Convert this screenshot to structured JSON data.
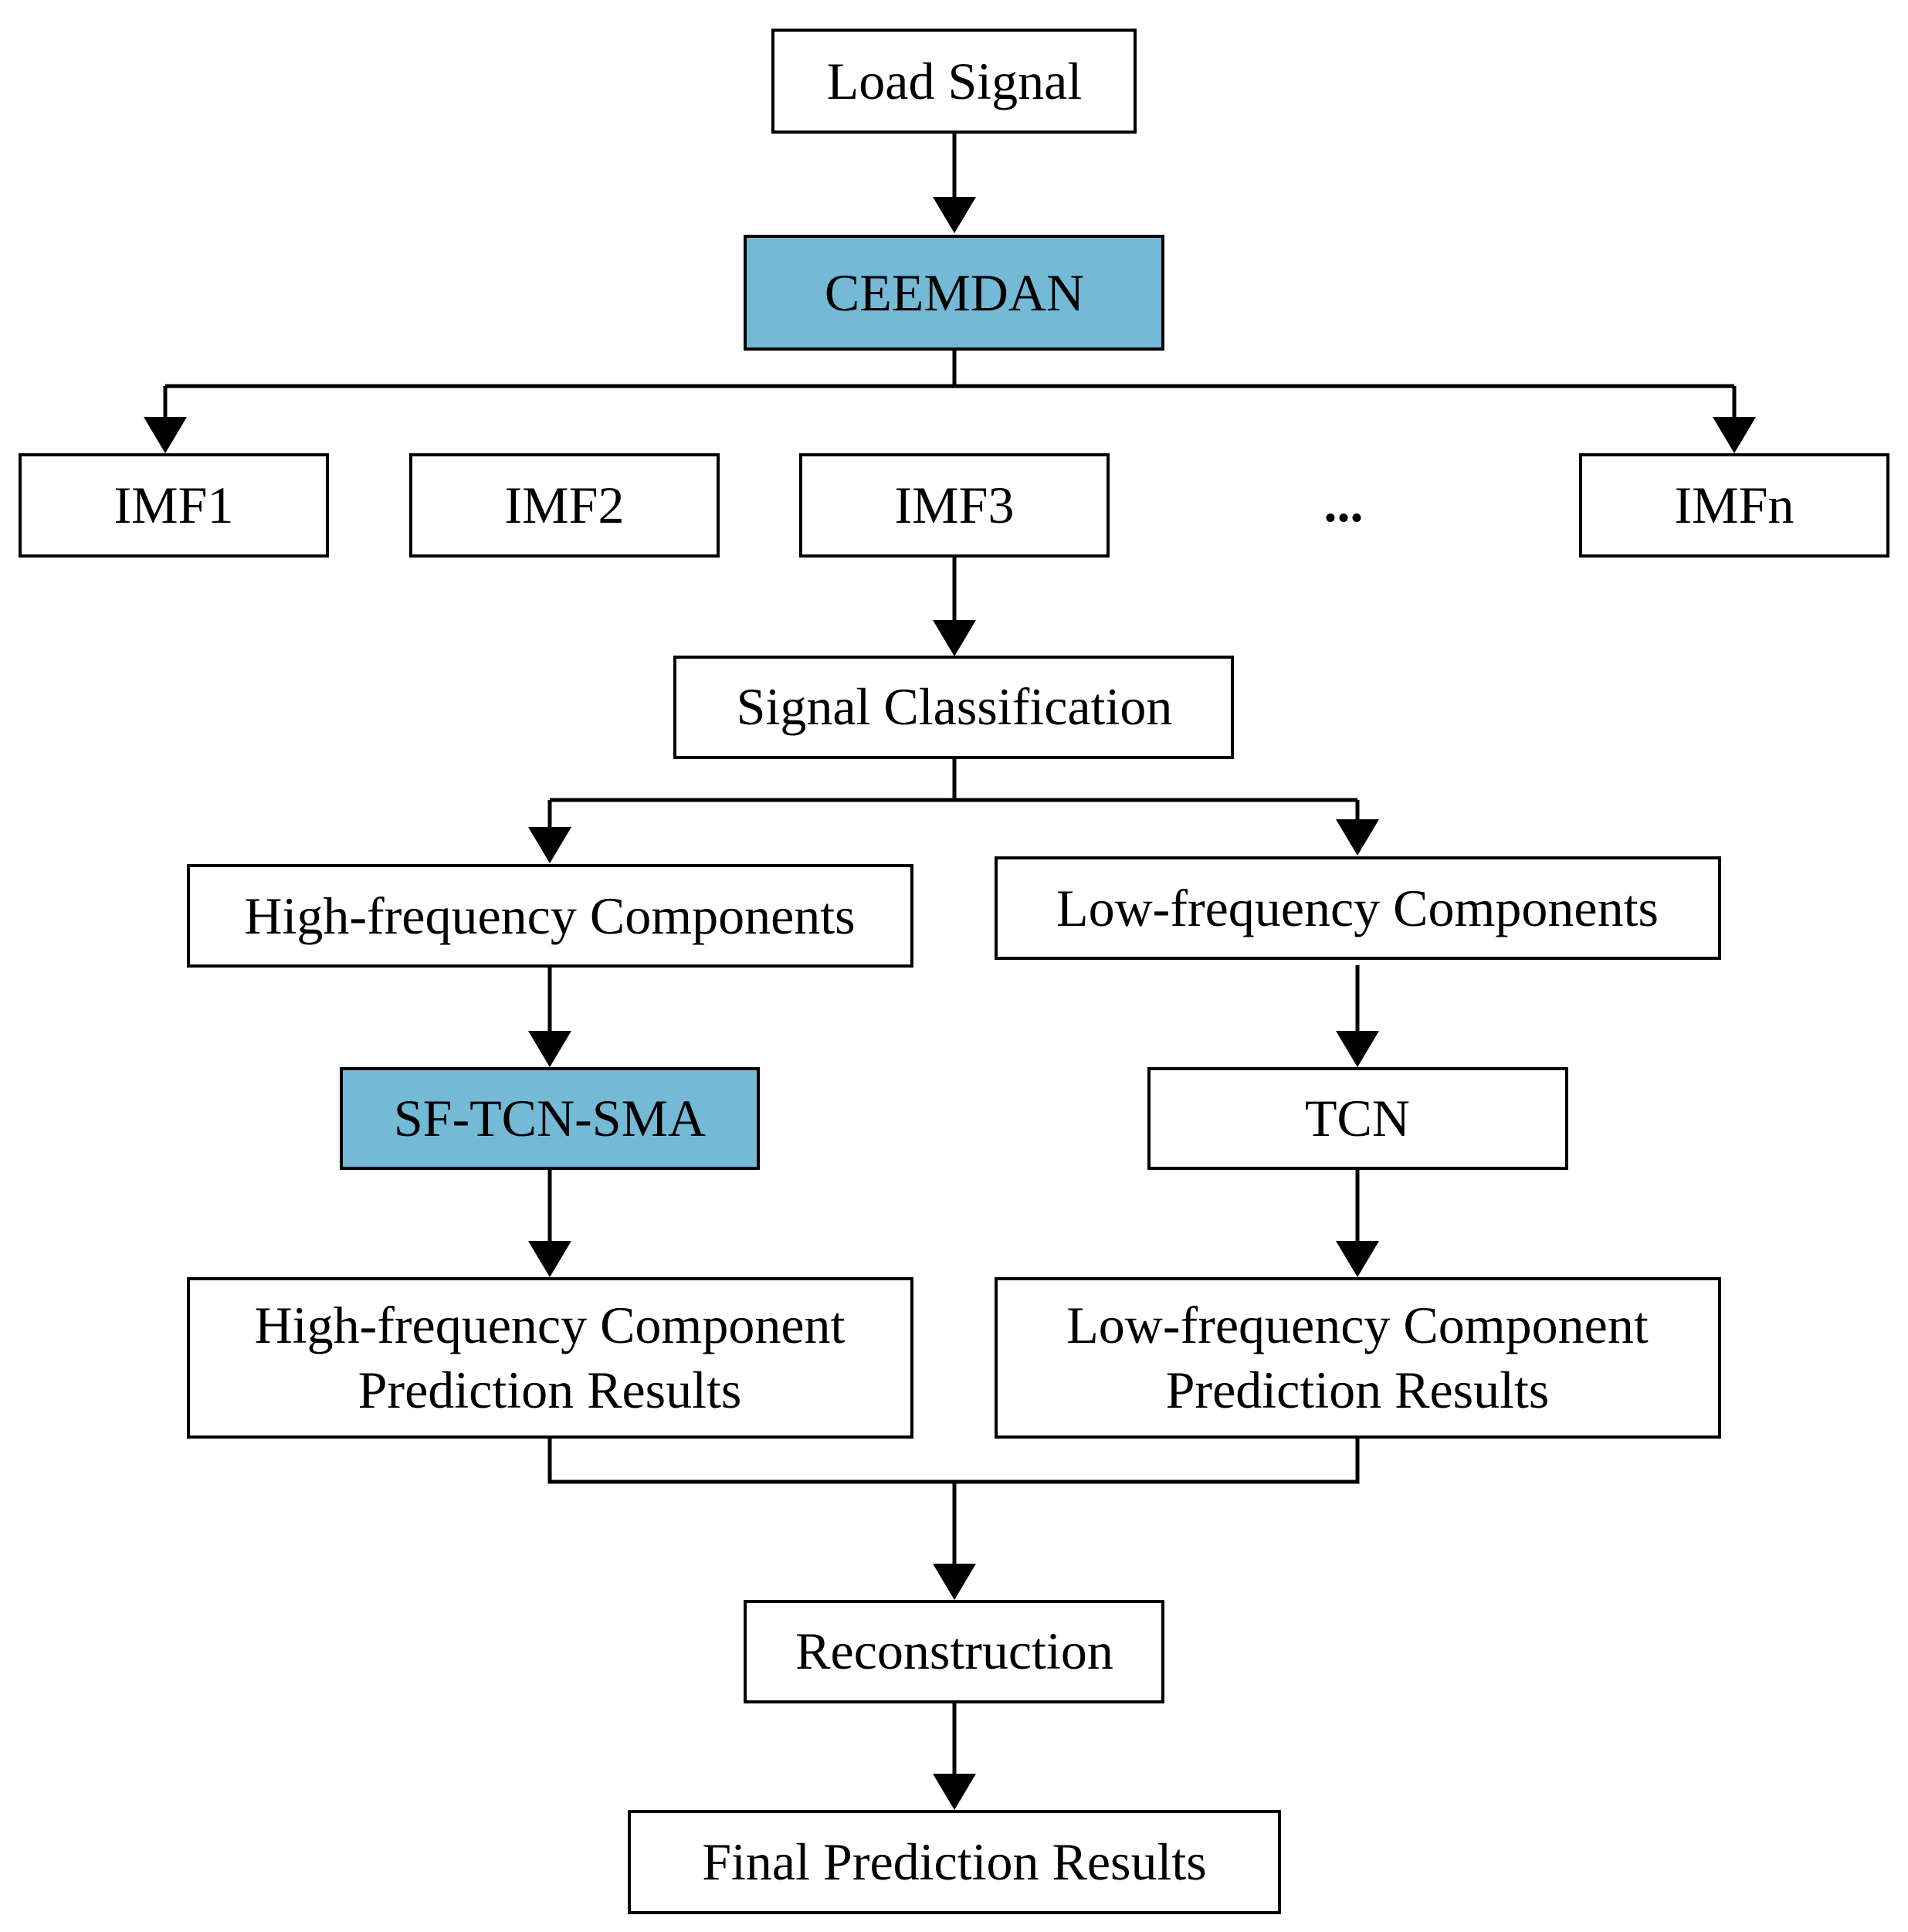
{
  "colors": {
    "highlight_fill": "#74b9d6",
    "stroke": "#000000",
    "background": "#ffffff"
  },
  "nodes": {
    "load_signal": {
      "text": "Load Signal"
    },
    "ceemdan": {
      "text": "CEEMDAN",
      "highlighted": true
    },
    "imf1": {
      "text": "IMF1"
    },
    "imf2": {
      "text": "IMF2"
    },
    "imf3": {
      "text": "IMF3"
    },
    "ellipsis": {
      "text": "..."
    },
    "imfn": {
      "text": "IMFn"
    },
    "signal_classification": {
      "text": "Signal Classification"
    },
    "high_freq_components": {
      "text": "High-frequency Components"
    },
    "low_freq_components": {
      "text": "Low-frequency Components"
    },
    "sf_tcn_sma": {
      "text": "SF-TCN-SMA",
      "highlighted": true
    },
    "tcn": {
      "text": "TCN"
    },
    "high_freq_results": {
      "line1": "High-frequency Component",
      "line2": "Prediction Results"
    },
    "low_freq_results": {
      "line1": "Low-frequency Component",
      "line2": "Prediction Results"
    },
    "reconstruction": {
      "text": "Reconstruction"
    },
    "final_results": {
      "text": "Final Prediction Results"
    }
  },
  "edges": [
    {
      "from": "Load Signal",
      "to": "CEEMDAN"
    },
    {
      "from": "CEEMDAN",
      "to": "IMF1"
    },
    {
      "from": "CEEMDAN",
      "to": "IMFn"
    },
    {
      "from": "IMF3",
      "to": "Signal Classification"
    },
    {
      "from": "Signal Classification",
      "to": "High-frequency Components"
    },
    {
      "from": "Signal Classification",
      "to": "Low-frequency Components"
    },
    {
      "from": "High-frequency Components",
      "to": "SF-TCN-SMA"
    },
    {
      "from": "Low-frequency Components",
      "to": "TCN"
    },
    {
      "from": "SF-TCN-SMA",
      "to": "High-frequency Component Prediction Results"
    },
    {
      "from": "TCN",
      "to": "Low-frequency Component Prediction Results"
    },
    {
      "from": "High-frequency Component Prediction Results",
      "to": "Reconstruction"
    },
    {
      "from": "Low-frequency Component Prediction Results",
      "to": "Reconstruction"
    },
    {
      "from": "Reconstruction",
      "to": "Final Prediction Results"
    }
  ]
}
